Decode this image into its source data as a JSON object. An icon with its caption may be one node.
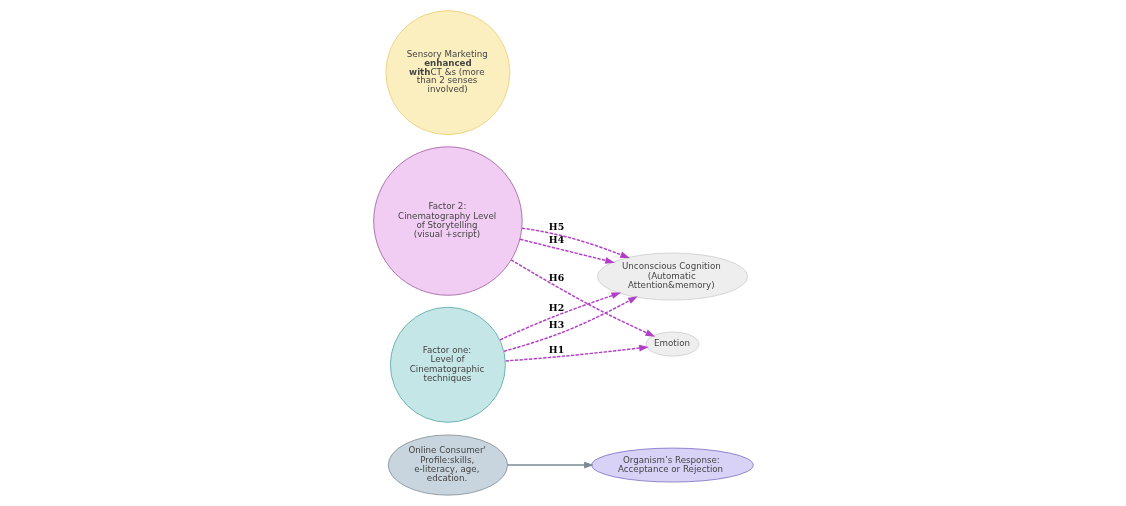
{
  "diagram": {
    "nodes": [
      {
        "text": [
          "Online Consumer' Profile:skills, e-literacy, age, edcation."
        ]
      },
      {
        "text": [
          "Factor one: Level of Cinematographic techniques"
        ]
      },
      {
        "text": [
          "Sensory Marketing **enhanced with**CT &s (more than 2 senses involved)"
        ]
      },
      {
        "text": [
          "Factor 2: Cinematography Level of Storytelling (visual +script)"
        ]
      },
      {
        "text": [
          "Unconscious Cognition (Automatic Attention&memory)"
        ]
      },
      {
        "text": [
          "Emotion"
        ]
      },
      {
        "text": [
          "Organism’s Response: Acceptance or Rejection"
        ]
      }
    ],
    "edges": [
      {
        "from": 0,
        "to": 6,
        "arrow": "to",
        "color": "#7a8a94"
      },
      {
        "from": 1,
        "to": 4,
        "arrow": "to",
        "label": "H2",
        "style": "dashed"
      },
      {
        "from": 1,
        "to": 4,
        "arrow": "to",
        "label": "H3",
        "style": "dashed"
      },
      {
        "from": 1,
        "to": 5,
        "arrow": "to",
        "label": "H1",
        "style": "dashed"
      },
      {
        "from": 3,
        "to": 4,
        "arrow": "to",
        "label": "H4",
        "style": "dashed"
      },
      {
        "from": 3,
        "to": 4,
        "arrow": "to",
        "label": "H5",
        "style": "dashed"
      },
      {
        "from": 3,
        "to": 5,
        "arrow": "to",
        "label": "H6",
        "style": "dashed"
      }
    ]
  }
}
